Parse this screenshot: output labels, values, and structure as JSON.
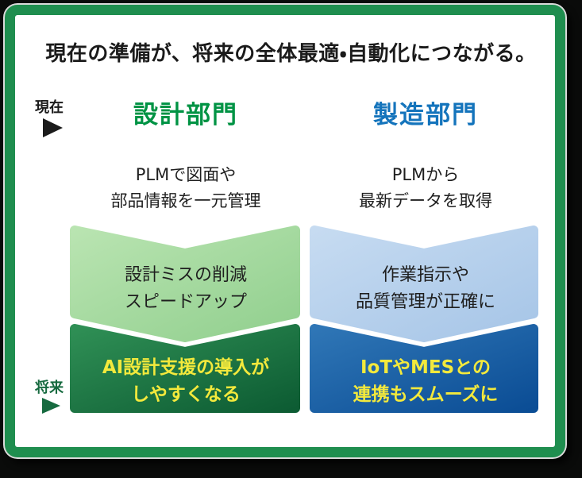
{
  "title": "現在の準備が、将来の全体最適・自動化につながる。",
  "timeline": {
    "now_label": "現在",
    "future_label": "将来"
  },
  "columns": [
    {
      "heading": "設計部門",
      "heading_style": "color:#009344",
      "current": {
        "line1": "PLMで図面や",
        "line2": "部品情報を一元管理"
      },
      "benefit": {
        "line1": "設計ミスの削減",
        "line2": "スピードアップ"
      },
      "future": {
        "line1": "AI設計支援の導入が",
        "line2": "しやすくなる"
      }
    },
    {
      "heading": "製造部門",
      "heading_style": "color:#1474bc",
      "current": {
        "line1": "PLMから",
        "line2": "最新データを取得"
      },
      "benefit": {
        "line1": "作業指示や",
        "line2": "品質管理が正確に"
      },
      "future": {
        "line1": "IoTやMESとの",
        "line2": "連携もスムーズに"
      }
    }
  ],
  "colors": {
    "frame_green": "#1f8e4f",
    "design_heading_green": "#009344",
    "mfg_heading_blue": "#1474bc",
    "light_green_from": "#b9e4b1",
    "light_green_to": "#91cf8e",
    "light_blue_from": "#c6dbf1",
    "light_blue_to": "#a6c5e7",
    "dark_green_from": "#2f8f55",
    "dark_green_to": "#0d5c33",
    "dark_blue_from": "#2f76b6",
    "dark_blue_to": "#0b4d95",
    "highlight_text_yellow": "#f3e93c",
    "future_label_green": "#166a3f",
    "text_black": "#1b1b1b",
    "background_black": "#0a0b0a"
  }
}
